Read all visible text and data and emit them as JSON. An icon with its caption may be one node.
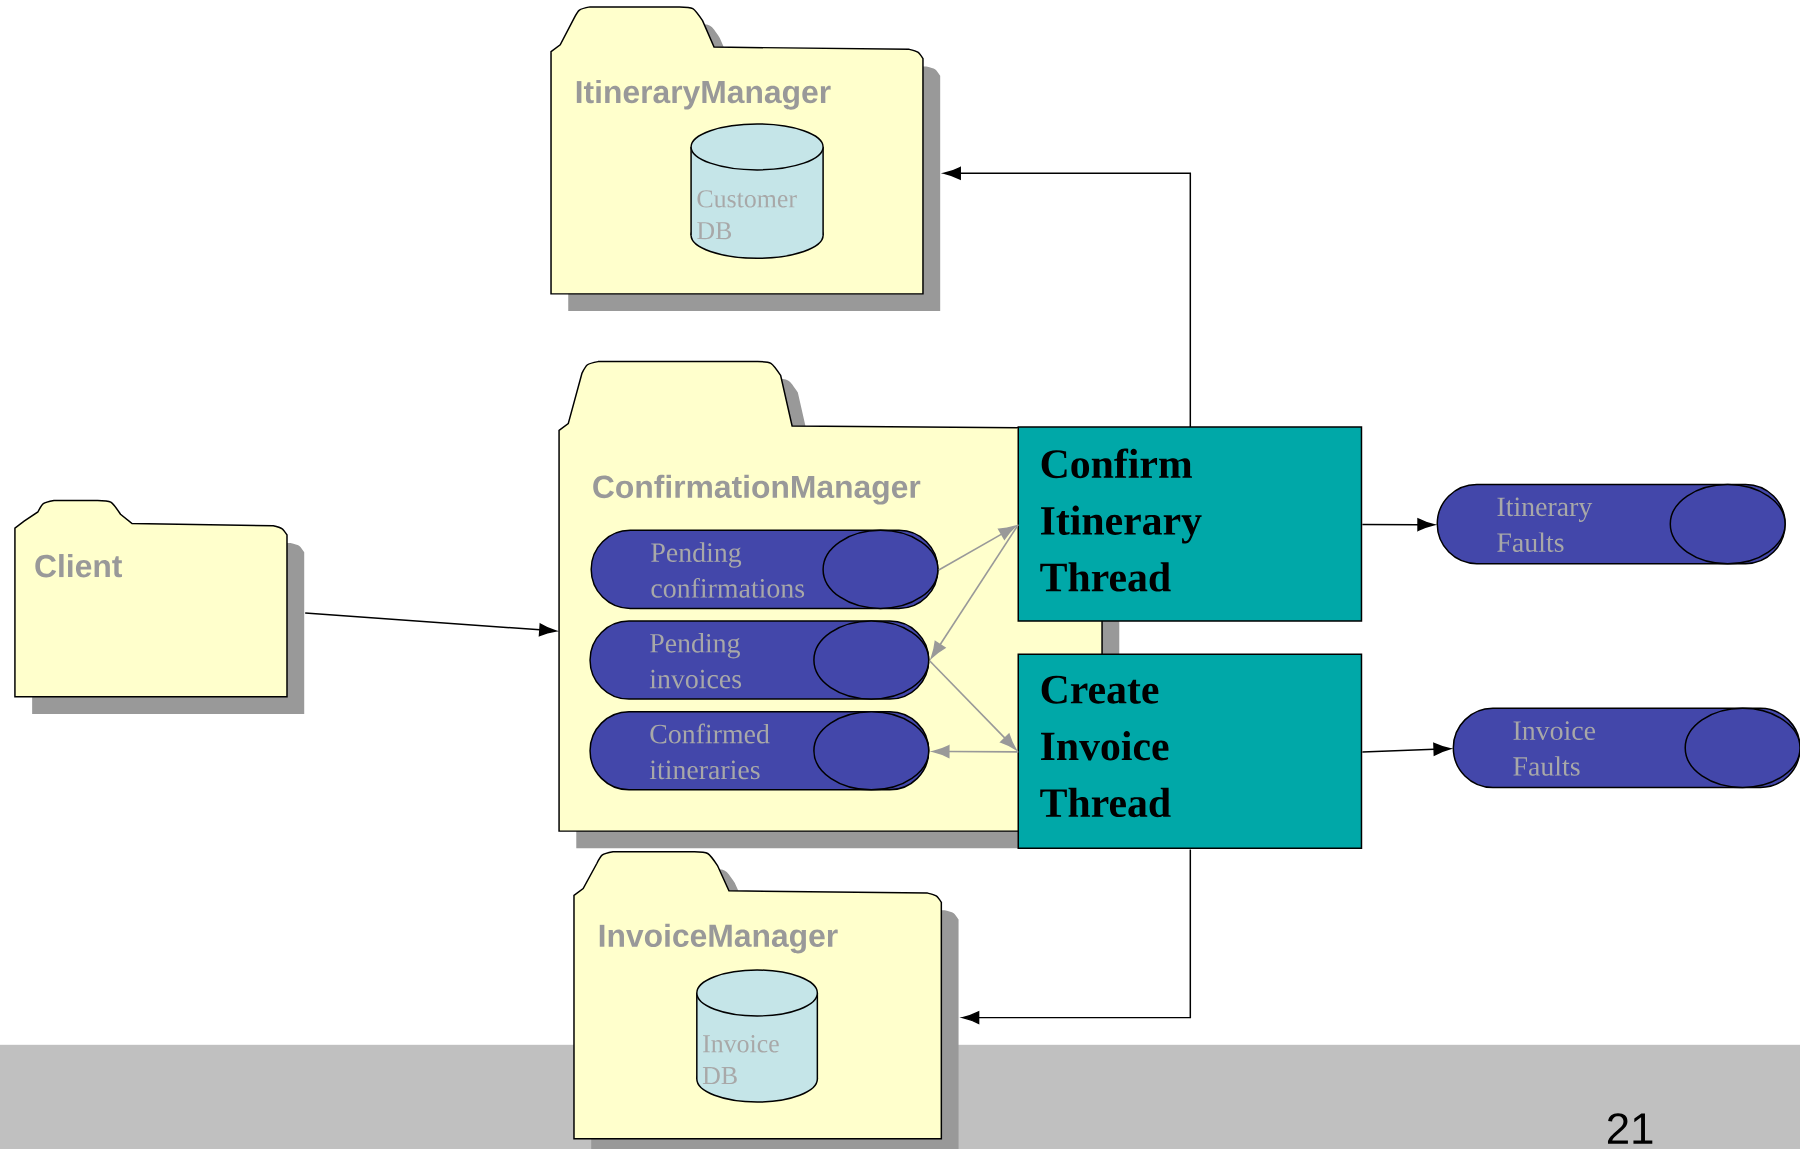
{
  "diagram": {
    "nodes": [
      {
        "text": [
          "ItineraryManager"
        ]
      },
      {
        "text": [
          "Customer DB"
        ],
        "in": 0
      },
      {
        "text": [
          "ConfirmationManager"
        ]
      },
      {
        "text": [
          "Pending confirmations"
        ],
        "in": 2
      },
      {
        "text": [
          "Pending invoices"
        ],
        "in": 2
      },
      {
        "text": [
          "Confirmed itineraries"
        ],
        "in": 2
      },
      {
        "text": [
          "Confirm Itinerary Thread"
        ]
      },
      {
        "text": [
          "Create Invoice Thread"
        ]
      },
      {
        "text": [
          "Client"
        ]
      },
      {
        "text": [
          "Itinerary Faults"
        ]
      },
      {
        "text": [
          "Invoice Faults"
        ]
      },
      {
        "text": [
          "InvoiceManager"
        ]
      },
      {
        "text": [
          "Invoice DB"
        ],
        "in": 11
      }
    ],
    "edges": [
      {
        "from": 8,
        "to": 2,
        "arrow": "to"
      },
      {
        "from": 3,
        "to": 6,
        "arrow": "to",
        "color": "#999999"
      },
      {
        "from": 6,
        "to": 4,
        "arrow": "to",
        "color": "#999999"
      },
      {
        "from": 4,
        "to": 7,
        "arrow": "to",
        "color": "#999999"
      },
      {
        "from": 7,
        "to": 5,
        "arrow": "to",
        "color": "#999999"
      },
      {
        "from": 6,
        "to": 0,
        "arrow": "to"
      },
      {
        "from": 6,
        "to": 9,
        "arrow": "to"
      },
      {
        "from": 7,
        "to": 10,
        "arrow": "to"
      },
      {
        "from": 7,
        "to": 11,
        "arrow": "to"
      }
    ],
    "labels": [
      "21"
    ]
  }
}
